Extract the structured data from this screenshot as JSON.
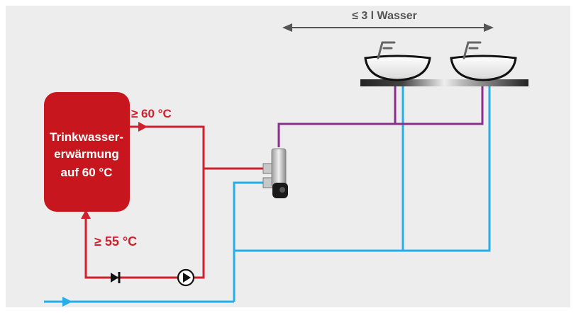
{
  "colors": {
    "background": "#ededed",
    "hot_pipe": "#d0202e",
    "cold_pipe": "#27aee8",
    "circulation_pipe": "#8a2f8f",
    "tank": "#c8161e",
    "arrow": "#555555",
    "label_dark": "#555555",
    "label_red": "#d0202e"
  },
  "tank": {
    "line1": "Trinkwasser-",
    "line2": "erwärmung",
    "line3": "auf 60 °C"
  },
  "labels": {
    "supply_temp": "≥ 60 °C",
    "return_temp": "≥ 55 °C",
    "water_volume": "≤ 3 l Wasser"
  },
  "icons": {
    "valve": "check-valve-icon",
    "pump": "circulation-pump-icon",
    "mixer": "thermostatic-mixer-icon",
    "basin": "washbasin-icon",
    "faucet": "faucet-icon"
  }
}
